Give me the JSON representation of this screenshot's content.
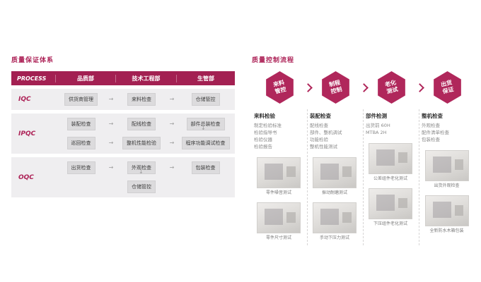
{
  "icons": {
    "arrow_right": "→",
    "arrow_down": "↓"
  },
  "colors": {
    "accent": "#ad2257",
    "header_bg": "#a32052",
    "box_bg": "#dcdbdd",
    "row_bg": "#efeef0"
  },
  "left": {
    "title": "质量保证体系",
    "header": [
      "PROCESS",
      "品质部",
      "技术工程部",
      "生管部"
    ],
    "rows": [
      {
        "label": "IQC",
        "lines": [
          [
            "供货商管理",
            "来料检查",
            "仓储管控"
          ]
        ]
      },
      {
        "label": "IPQC",
        "lines": [
          [
            "装配检查",
            "配线检查",
            "部件总装检查"
          ],
          [
            "巡回检查",
            "整机性能检验",
            "程序功能调试检查"
          ]
        ]
      },
      {
        "label": "OQC",
        "lines": [
          [
            "出货检查",
            "外观检查",
            "包装检查"
          ]
        ],
        "extra": "仓储管控"
      }
    ]
  },
  "right": {
    "title": "质量控制流程",
    "stages": [
      {
        "badge": "来料管控",
        "heading": "来料检验",
        "items": [
          "制定检验标准",
          "检验指导书",
          "检验仪器",
          "检验报告"
        ],
        "photos": [
          {
            "caption": "零件噪音测试"
          },
          {
            "caption": "零件尺寸测试"
          }
        ]
      },
      {
        "badge": "制程控制",
        "heading": "装配检查",
        "items": [
          "配线检查",
          "部件、整机调试",
          "功能检验",
          "整机性能测试"
        ],
        "photos": [
          {
            "caption": "振动耐磨测试"
          },
          {
            "caption": "手动下压力测试"
          }
        ]
      },
      {
        "badge": "老化测试",
        "heading": "部件检测",
        "items": [
          "出货前 60H",
          "MTBA 2H"
        ],
        "photos": [
          {
            "caption": "公差组件老化测试"
          },
          {
            "caption": "下压组件老化测试"
          }
        ]
      },
      {
        "badge": "出货保证",
        "heading": "整机检查",
        "items": [
          "外观检查",
          "配件清单检查",
          "包装检查"
        ],
        "photos": [
          {
            "caption": "出货外观检查"
          },
          {
            "caption": "全新防水木箱包装"
          }
        ]
      }
    ]
  }
}
